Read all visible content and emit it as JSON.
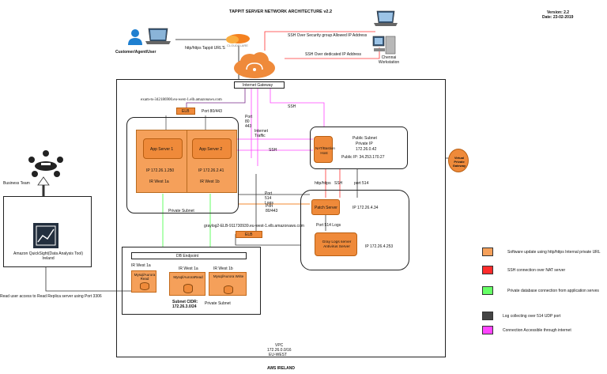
{
  "title": "TAPPIT SERVER NETWORK ARCHITECTURE v2.2",
  "version": "Version: 2.2",
  "date": "Date: 23-02-2019",
  "customer_label": "Customer/Agent/User",
  "http_label": "http/https Tappit URL'S",
  "cloudflare_label": "CLOUDFLARE",
  "ssh_security_label": "SSH Over Security group Allowed IP Address",
  "ssh_dedicated_label": "SSH Over dedicated IP Address",
  "chennai_label": "Chennai Workstation",
  "internet_gateway": "Internet Gateway",
  "elb_dns": "exam-ts-342186900.eu-west-1.elb.amazonaws.com",
  "elb_top": "ELB",
  "port_80_443": "Port 80/443",
  "port_80_443b": "Port 80 443",
  "internet_traffic": "Internet Traffic",
  "ssh_label": "SSH",
  "ssh_label2": "SSH",
  "app_server_1": "App Server 1",
  "app_server_2": "App Server 2",
  "ip_app1": "IP 172.26.1.250",
  "ip_app2": "IP 172.26.2.41",
  "west_1a": "IR West 1a",
  "west_1b": "IR West 1b",
  "private_subnet_label": "Private Subnet",
  "nat_host": "NAT/Bastion Host",
  "public_subnet": "Public Subnet",
  "private_ip_label": "Private IP",
  "private_ip": "172.26.0.42",
  "public_ip": "Public IP: 34.253.170.27",
  "vpn_label": "Virtual Private Gateway",
  "port_514_logs": "Port 514 Logs",
  "port_80_443_c": "Port 80/443",
  "http_https": "http/https",
  "ssh_small": "SSH",
  "port_514": "port 514",
  "patch_server": "Patch Server",
  "ip_patch": "IP 172.26.4.34",
  "port_514_logs2": "Port 514 Logs",
  "graylog_dns": "graylog2-ELB-911730939.eu-west-1.elb.amazonaws.com",
  "elb_bottom": "ELB",
  "graylog_server": "Gray Logs server Antivirus Server",
  "ip_graylog": "IP 172.26.4.253",
  "db_endpoint": "DB Endpoint",
  "db_west_1a_left": "IR West 1a",
  "db_west_1a": "IR West 1a",
  "db_west_1b": "IR West 1b",
  "db_read_left": "Mysql/Aurora Read",
  "db_read": "Mysql/AuroraRead",
  "db_write": "Mysql/Aurora Write",
  "subnet_cidr_label": "Subnet CIDR:",
  "subnet_cidr": "172.26.3.0/24",
  "private_subnet_db": "Private Subnet",
  "vpc_label": "VPC",
  "vpc_cidr": "172.26.0.0/16",
  "vpc_region": "EU-WEST",
  "aws_label": "AWS IRELAND",
  "business_team": "Business Team",
  "quicksight": "Amazon QuickSight(Data Analysis Tool) Ireland",
  "read_access": "Read user access to Read Replica server using Port 3306",
  "colors": {
    "orange": "#f5a05a",
    "red": "#ff2b2b",
    "green": "#66ff66",
    "dark": "#444444",
    "magenta": "#ff44ff"
  },
  "legend": [
    {
      "color": "#f5a05a",
      "label": "Software update using http/https Internal  private URL"
    },
    {
      "color": "#ff2b2b",
      "label": "SSH connection over NAT server"
    },
    {
      "color": "#66ff66",
      "label": "Private database connection from application serves"
    },
    {
      "color": "#444444",
      "label": "Log collecting over 514 UDP port"
    },
    {
      "color": "#ff44ff",
      "label": "Connection Accessible through internet"
    }
  ]
}
